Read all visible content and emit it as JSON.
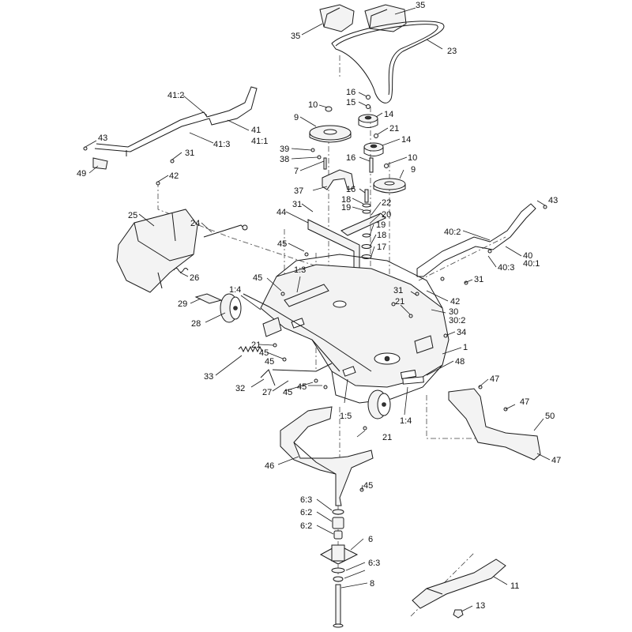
{
  "callouts": [
    {
      "id": "c35a",
      "text": "35"
    },
    {
      "id": "c35b",
      "text": "35"
    },
    {
      "id": "c23",
      "text": "23"
    },
    {
      "id": "c41_2",
      "text": "41:2"
    },
    {
      "id": "c41",
      "text": "41"
    },
    {
      "id": "c41_1",
      "text": "41:1"
    },
    {
      "id": "c41_3",
      "text": "41:3"
    },
    {
      "id": "c43a",
      "text": "43"
    },
    {
      "id": "c31a",
      "text": "31"
    },
    {
      "id": "c49",
      "text": "49"
    },
    {
      "id": "c42a",
      "text": "42"
    },
    {
      "id": "c10a",
      "text": "10"
    },
    {
      "id": "c9a",
      "text": "9"
    },
    {
      "id": "c16a",
      "text": "16"
    },
    {
      "id": "c15",
      "text": "15"
    },
    {
      "id": "c14a",
      "text": "14"
    },
    {
      "id": "c21a",
      "text": "21"
    },
    {
      "id": "c14b",
      "text": "14"
    },
    {
      "id": "c10b",
      "text": "10"
    },
    {
      "id": "c9b",
      "text": "9"
    },
    {
      "id": "c39",
      "text": "39"
    },
    {
      "id": "c38",
      "text": "38"
    },
    {
      "id": "c7",
      "text": "7"
    },
    {
      "id": "c16b",
      "text": "16"
    },
    {
      "id": "c37",
      "text": "37"
    },
    {
      "id": "c16c",
      "text": "16"
    },
    {
      "id": "c18a",
      "text": "18"
    },
    {
      "id": "c19a",
      "text": "19"
    },
    {
      "id": "c22",
      "text": "22"
    },
    {
      "id": "c20",
      "text": "20"
    },
    {
      "id": "c19b",
      "text": "19"
    },
    {
      "id": "c18b",
      "text": "18"
    },
    {
      "id": "c17",
      "text": "17"
    },
    {
      "id": "c31b",
      "text": "31"
    },
    {
      "id": "c44",
      "text": "44"
    },
    {
      "id": "c25",
      "text": "25"
    },
    {
      "id": "c24",
      "text": "24"
    },
    {
      "id": "c45a",
      "text": "45"
    },
    {
      "id": "c43b",
      "text": "43"
    },
    {
      "id": "c40_2",
      "text": "40:2"
    },
    {
      "id": "c40",
      "text": "40"
    },
    {
      "id": "c40_3",
      "text": "40:3"
    },
    {
      "id": "c40_1",
      "text": "40:1"
    },
    {
      "id": "c26",
      "text": "26"
    },
    {
      "id": "c1_3",
      "text": "1:3"
    },
    {
      "id": "c45b",
      "text": "45"
    },
    {
      "id": "c31c",
      "text": "31"
    },
    {
      "id": "c1_4a",
      "text": "1:4"
    },
    {
      "id": "c31d",
      "text": "31"
    },
    {
      "id": "c42b",
      "text": "42"
    },
    {
      "id": "c29",
      "text": "29"
    },
    {
      "id": "c21b",
      "text": "21"
    },
    {
      "id": "c30",
      "text": "30"
    },
    {
      "id": "c30_2",
      "text": "30:2"
    },
    {
      "id": "c28",
      "text": "28"
    },
    {
      "id": "c34",
      "text": "34"
    },
    {
      "id": "c21c",
      "text": "21"
    },
    {
      "id": "c45c",
      "text": "45"
    },
    {
      "id": "c1",
      "text": "1"
    },
    {
      "id": "c45d",
      "text": "45"
    },
    {
      "id": "c33",
      "text": "33"
    },
    {
      "id": "c48",
      "text": "48"
    },
    {
      "id": "c32",
      "text": "32"
    },
    {
      "id": "c27",
      "text": "27"
    },
    {
      "id": "c45e",
      "text": "45"
    },
    {
      "id": "c45f",
      "text": "45"
    },
    {
      "id": "c45g",
      "text": "45"
    },
    {
      "id": "c47a",
      "text": "47"
    },
    {
      "id": "c1_5",
      "text": "1:5"
    },
    {
      "id": "c1_4b",
      "text": "1:4"
    },
    {
      "id": "c50",
      "text": "50"
    },
    {
      "id": "c21d",
      "text": "21"
    },
    {
      "id": "c46",
      "text": "46"
    },
    {
      "id": "c47b",
      "text": "47"
    },
    {
      "id": "c47c",
      "text": "47"
    },
    {
      "id": "c6_3a",
      "text": "6:3"
    },
    {
      "id": "c6_2a",
      "text": "6:2"
    },
    {
      "id": "c6_2b",
      "text": "6:2"
    },
    {
      "id": "c6",
      "text": "6"
    },
    {
      "id": "c6_3b",
      "text": "6:3"
    },
    {
      "id": "c11",
      "text": "11"
    },
    {
      "id": "c8",
      "text": "8"
    },
    {
      "id": "c13",
      "text": "13"
    }
  ]
}
